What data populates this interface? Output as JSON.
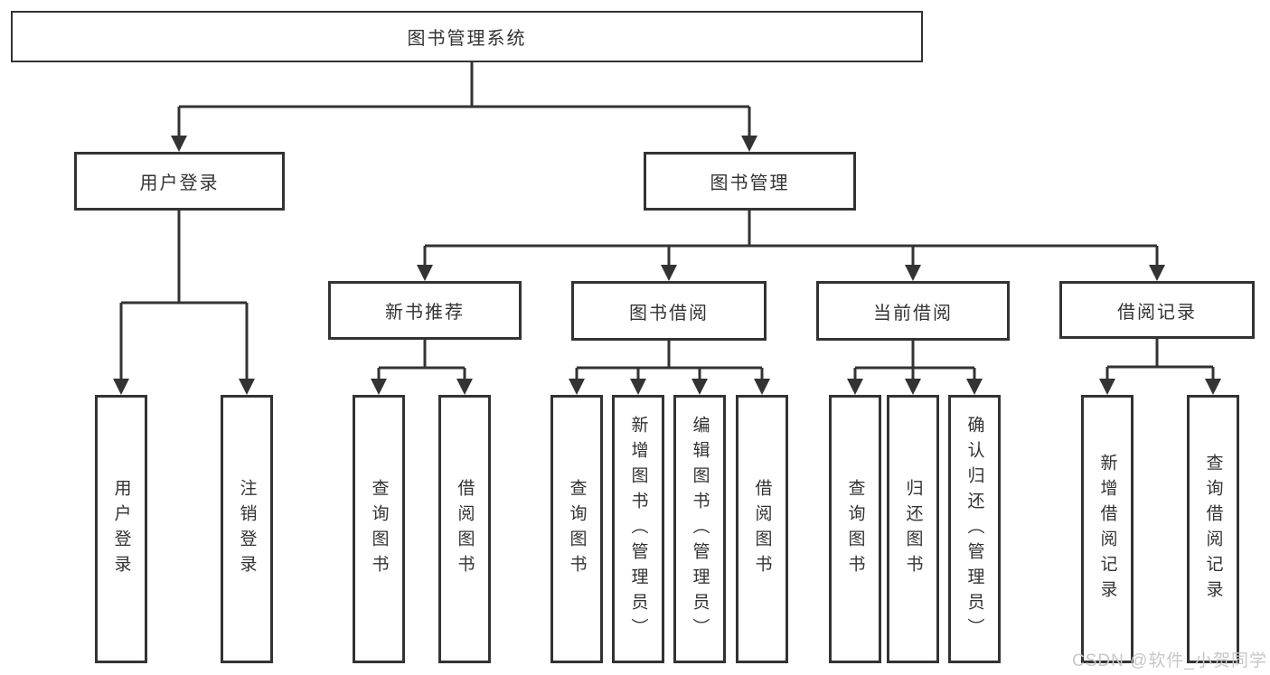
{
  "watermark": "CSDN @软件_小贺同学",
  "colors": {
    "line": "#333333",
    "text": "#333333",
    "background": "#ffffff",
    "watermark": "#c7c7c7"
  },
  "tree": {
    "root": "图书管理系统",
    "branches": [
      {
        "label": "用户登录",
        "children": [
          "用户登录",
          "注销登录"
        ]
      },
      {
        "label": "图书管理",
        "groups": [
          {
            "label": "新书推荐",
            "children": [
              "查询图书",
              "借阅图书"
            ]
          },
          {
            "label": "图书借阅",
            "children": [
              "查询图书",
              "新增图书（管理员）",
              "编辑图书（管理员）",
              "借阅图书"
            ]
          },
          {
            "label": "当前借阅",
            "children": [
              "查询图书",
              "归还图书",
              "确认归还（管理员）"
            ]
          },
          {
            "label": "借阅记录",
            "children": [
              "新增借阅记录",
              "查询借阅记录"
            ]
          }
        ]
      }
    ]
  }
}
